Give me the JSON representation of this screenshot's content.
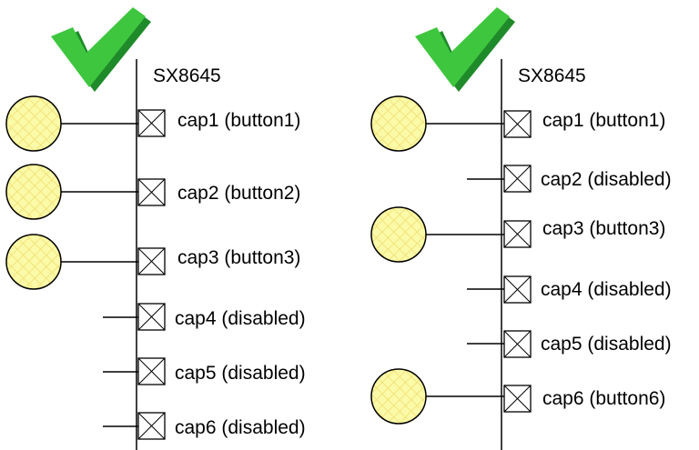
{
  "colors": {
    "check_fill": "#3fc63f",
    "check_shadow": "#1f8a2a",
    "button_fill": "#fbfaa8",
    "button_hatch": "#f1df72",
    "button_stroke": "#000000",
    "line": "#000000",
    "background": "#ffffff"
  },
  "panels": [
    {
      "chip_label": "SX8645",
      "check_icon": "check-mark-icon",
      "pins": [
        {
          "label": "cap1 (button1)",
          "state": "button"
        },
        {
          "label": "cap2 (button2)",
          "state": "button"
        },
        {
          "label": "cap3 (button3)",
          "state": "button"
        },
        {
          "label": "cap4 (disabled)",
          "state": "disabled"
        },
        {
          "label": "cap5 (disabled)",
          "state": "disabled"
        },
        {
          "label": "cap6 (disabled)",
          "state": "disabled"
        }
      ]
    },
    {
      "chip_label": "SX8645",
      "check_icon": "check-mark-icon",
      "pins": [
        {
          "label": "cap1 (button1)",
          "state": "button"
        },
        {
          "label": "cap2 (disabled)",
          "state": "disabled"
        },
        {
          "label": "cap3 (button3)",
          "state": "button"
        },
        {
          "label": "cap4 (disabled)",
          "state": "disabled"
        },
        {
          "label": "cap5 (disabled)",
          "state": "disabled"
        },
        {
          "label": "cap6 (button6)",
          "state": "button"
        }
      ]
    }
  ]
}
